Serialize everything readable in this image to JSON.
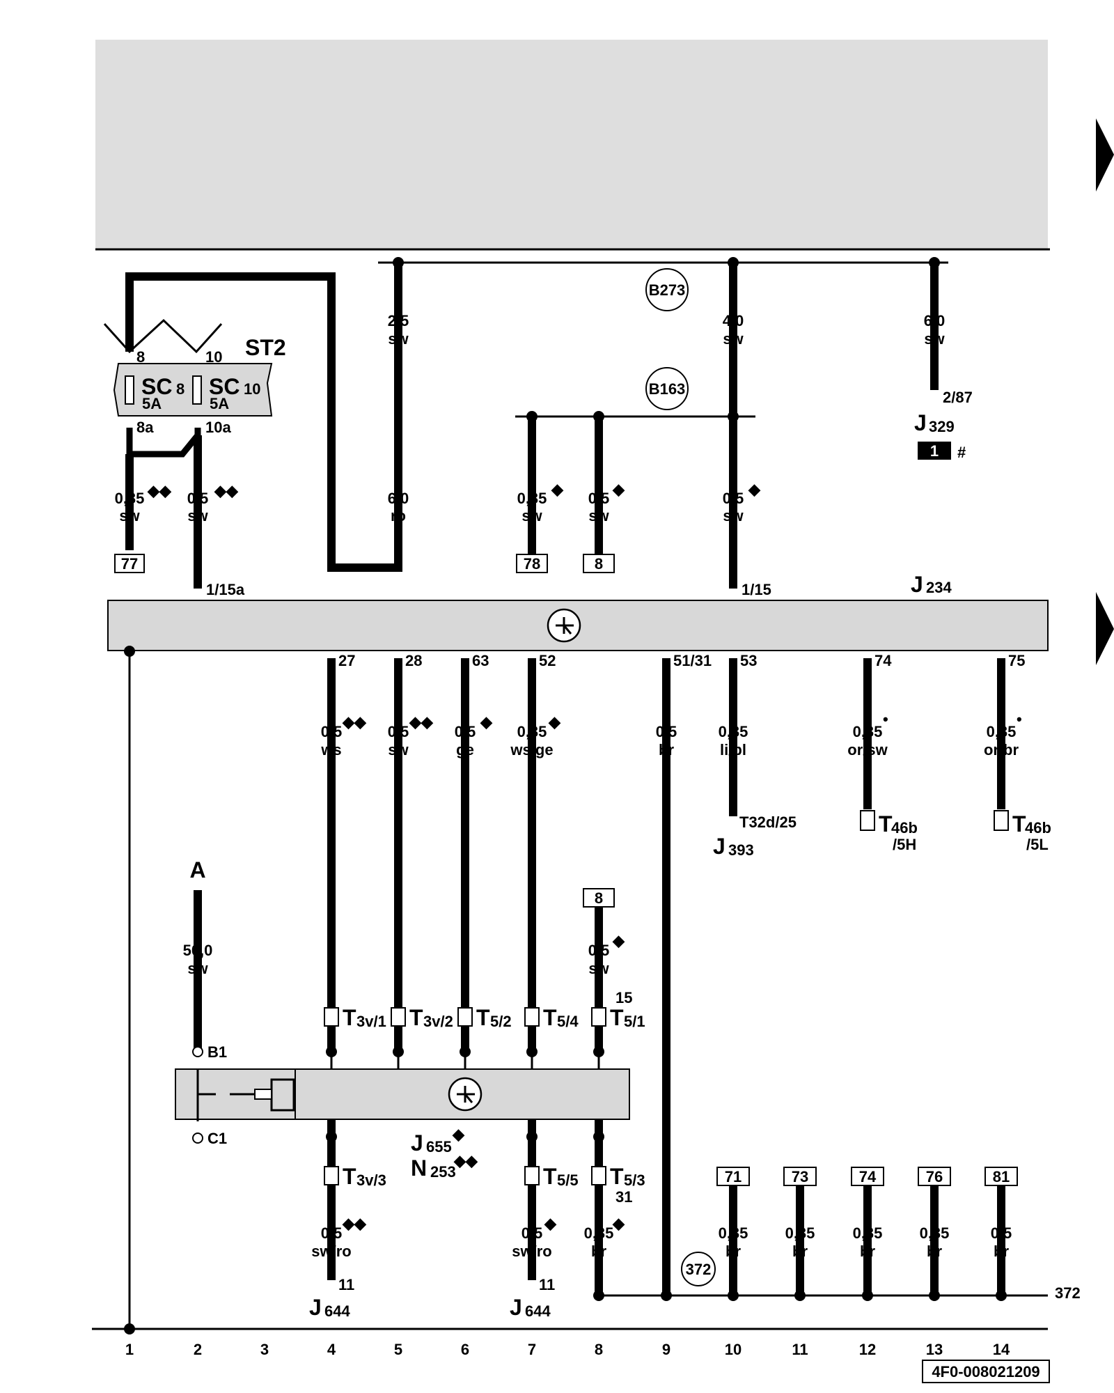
{
  "doc_id": "4F0-008021209",
  "relay_plate": "ST2",
  "fuses": [
    {
      "name": "SC",
      "num": "8",
      "rating": "5A",
      "top_pin": "8",
      "bottom_pin": "8a"
    },
    {
      "name": "SC",
      "num": "10",
      "rating": "5A",
      "top_pin": "10",
      "bottom_pin": "10a"
    }
  ],
  "connections": {
    "b273": "B273",
    "b163": "B163",
    "c372": "372",
    "ref372": "372"
  },
  "wires": {
    "w1": {
      "size": "2,5",
      "color": "sw"
    },
    "w2": {
      "size": "4,0",
      "color": "sw"
    },
    "w3": {
      "size": "6,0",
      "color": "sw"
    },
    "w4": {
      "size": "0,35",
      "color": "sw",
      "mark": "◆◆"
    },
    "w5": {
      "size": "0,5",
      "color": "sw",
      "mark": "◆◆"
    },
    "w6": {
      "size": "6,0",
      "color": "ro"
    },
    "w7": {
      "size": "0,35",
      "color": "sw",
      "mark": "◆"
    },
    "w8": {
      "size": "0,5",
      "color": "sw",
      "mark": "◆"
    },
    "w9": {
      "size": "0,5",
      "color": "sw",
      "mark": "◆"
    },
    "w27": {
      "size": "0,5",
      "color": "ws",
      "mark": "◆◆"
    },
    "w28": {
      "size": "0,5",
      "color": "sw",
      "mark": "◆◆"
    },
    "w63": {
      "size": "0,5",
      "color": "ge",
      "mark": "◆"
    },
    "w52": {
      "size": "0,35",
      "color": "ws/ge",
      "mark": "◆"
    },
    "w51": {
      "size": "0,5",
      "color": "br"
    },
    "w53": {
      "size": "0,35",
      "color": "li/bl"
    },
    "w74": {
      "size": "0,35",
      "color": "or/sw",
      "mark": "•"
    },
    "w75": {
      "size": "0,35",
      "color": "or/br",
      "mark": "•"
    },
    "wA": {
      "size": "50,0",
      "color": "sw"
    },
    "w81": {
      "size": "0,5",
      "color": "sw",
      "mark": "◆"
    },
    "wL4": {
      "size": "0,5",
      "color": "sw/ro",
      "mark": "◆◆"
    },
    "wL7": {
      "size": "0,5",
      "color": "sw/ro",
      "mark": "◆"
    },
    "wL8": {
      "size": "0,35",
      "color": "br",
      "mark": "◆"
    },
    "g71": {
      "size": "0,35",
      "color": "br"
    },
    "g73": {
      "size": "0,35",
      "color": "br"
    },
    "g74": {
      "size": "0,35",
      "color": "br"
    },
    "g76": {
      "size": "0,35",
      "color": "br"
    },
    "g81": {
      "size": "0,5",
      "color": "br"
    }
  },
  "boxes": {
    "b77": "77",
    "b78": "78",
    "b8a": "8",
    "b8b": "8",
    "b71": "71",
    "b73": "73",
    "b74": "74",
    "b76": "76",
    "b81": "81"
  },
  "pins": {
    "p115a": "1/15a",
    "p115": "1/15",
    "p27": "27",
    "p28": "28",
    "p63": "63",
    "p52": "52",
    "p5131": "51/31",
    "p53": "53",
    "p74": "74",
    "p75": "75",
    "p287": "2/87",
    "pB1": "B1",
    "pC1": "C1",
    "p15": "15",
    "p31": "31"
  },
  "components": {
    "j234": {
      "main": "J",
      "sub": "234"
    },
    "j329": {
      "main": "J",
      "sub": "329"
    },
    "j393": {
      "main": "J",
      "sub": "393"
    },
    "j655": {
      "main": "J",
      "sub": "655",
      "mark": "◆"
    },
    "n253": {
      "main": "N",
      "sub": "253",
      "mark": "◆◆"
    },
    "j644a": {
      "main": "J",
      "sub": "644",
      "pin": "11"
    },
    "j644b": {
      "main": "J",
      "sub": "644",
      "pin": "11"
    },
    "t32": "T32d/25",
    "t46h": {
      "main": "T",
      "sub": "46b",
      "pin": "/5H"
    },
    "t46l": {
      "main": "T",
      "sub": "46b",
      "pin": "/5L"
    },
    "battery": "A",
    "j329_badge": "1",
    "j329_hash": "#"
  },
  "connectors": {
    "t3v1": {
      "main": "T",
      "sub": "3v/1"
    },
    "t3v2": {
      "main": "T",
      "sub": "3v/2"
    },
    "t52": {
      "main": "T",
      "sub": "5/2"
    },
    "t54": {
      "main": "T",
      "sub": "5/4"
    },
    "t51": {
      "main": "T",
      "sub": "5/1"
    },
    "t3v3": {
      "main": "T",
      "sub": "3v/3"
    },
    "t55": {
      "main": "T",
      "sub": "5/5"
    },
    "t53": {
      "main": "T",
      "sub": "5/3"
    }
  },
  "tracks": [
    "1",
    "2",
    "3",
    "4",
    "5",
    "6",
    "7",
    "8",
    "9",
    "10",
    "11",
    "12",
    "13",
    "14"
  ]
}
